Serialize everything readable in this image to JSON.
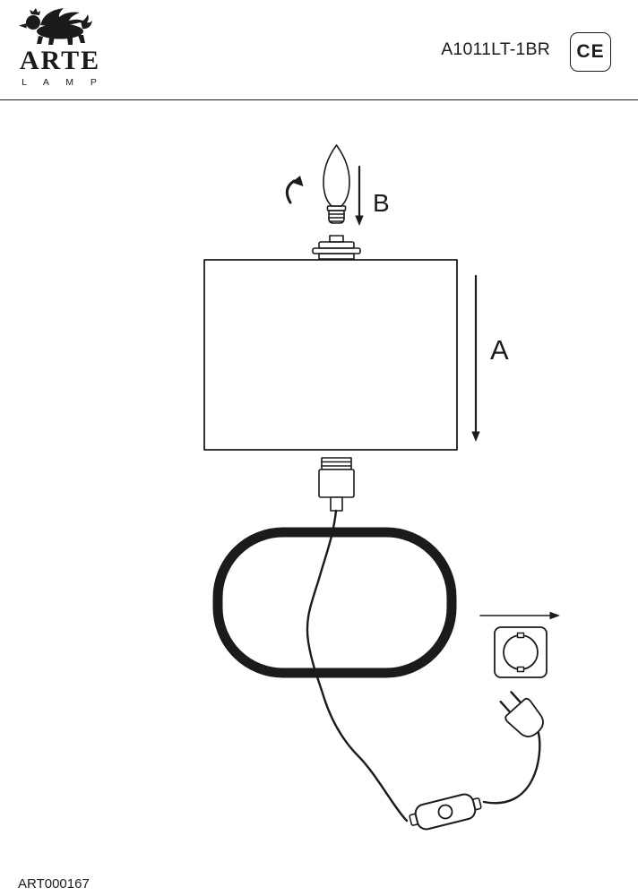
{
  "page": {
    "background": "#ffffff",
    "ink_color": "#1b1b1b"
  },
  "header": {
    "brand_name": "ARTE",
    "brand_sub": "L A M P",
    "model": "A1011LT-1BR",
    "ce_mark": "CE"
  },
  "labels": {
    "shade_arrow": "A",
    "bulb_arrow": "B"
  },
  "footer": {
    "article": "ART000167"
  },
  "illustration": {
    "type": "lamp-assembly-instruction",
    "parts": [
      "winged-lion-logo",
      "candle-bulb",
      "rotate-screw-arrow",
      "insert-direction-arrow-b",
      "shade-fitting",
      "lampshade",
      "insert-direction-arrow-a",
      "lamp-socket",
      "lamp-base-ring",
      "power-cord",
      "inline-switch",
      "power-plug",
      "wall-outlet",
      "outlet-direction-arrow"
    ]
  }
}
